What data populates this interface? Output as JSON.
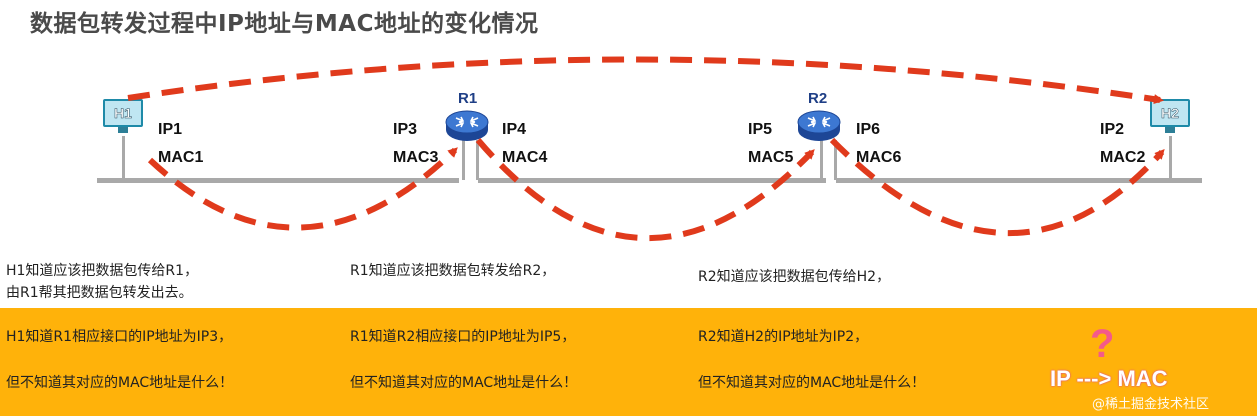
{
  "title": "数据包转发过程中IP地址与MAC地址的变化情况",
  "devices": {
    "h1": {
      "name": "H1",
      "ip": "IP1",
      "mac": "MAC1"
    },
    "r1": {
      "name": "R1",
      "left_ip": "IP3",
      "left_mac": "MAC3",
      "right_ip": "IP4",
      "right_mac": "MAC4"
    },
    "r2": {
      "name": "R2",
      "left_ip": "IP5",
      "left_mac": "MAC5",
      "right_ip": "IP6",
      "right_mac": "MAC6"
    },
    "h2": {
      "name": "H2",
      "ip": "IP2",
      "mac": "MAC2"
    }
  },
  "notes": {
    "n1_line1": "H1知道应该把数据包传给R1，",
    "n1_line2": "由R1帮其把数据包转发出去。",
    "n2": "R1知道应该把数据包转发给R2，",
    "n3": "R2知道应该把数据包传给H2，"
  },
  "band": {
    "b1_line1": "H1知道R1相应接口的IP地址为IP3，",
    "b1_line2": "但不知道其对应的MAC地址是什么！",
    "b2_line1": "R1知道R2相应接口的IP地址为IP5，",
    "b2_line2": "但不知道其对应的MAC地址是什么！",
    "b3_line1": "R2知道H2的IP地址为IP2，",
    "b3_line2": "但不知道其对应的MAC地址是什么！",
    "question": "?",
    "ip_mac": "IP ---> MAC"
  },
  "watermark": "@稀土掘金技术社区",
  "colors": {
    "arrow": "#e03a1c",
    "band": "#ffb20a",
    "network_line": "#a9a9a9",
    "router": "#2a5bb8",
    "host_screen": "#1e8aa8"
  },
  "icons": {
    "host": "computer-icon",
    "router": "router-icon"
  }
}
